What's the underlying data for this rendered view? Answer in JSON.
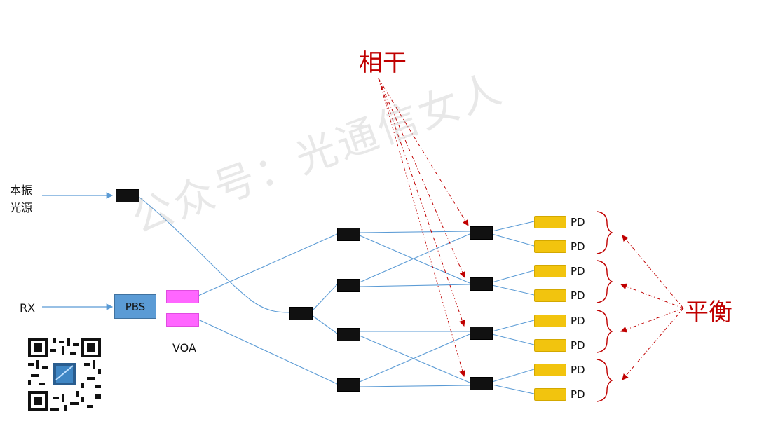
{
  "labels": {
    "lo_source_line1": "本振",
    "lo_source_line2": "光源",
    "rx": "RX",
    "pbs": "PBS",
    "voa": "VOA",
    "coherent": "相干",
    "balanced": "平衡",
    "pd": "PD"
  },
  "watermark": "公众号：光通信女人",
  "colors": {
    "fiber_line": "#5b9bd5",
    "annotation_red": "#c00000",
    "coupler": "#111111",
    "voa": "#ff66ff",
    "photodiode": "#f2c40e",
    "pbs": "#5b9bd5"
  },
  "icons": {
    "qr_code": "qr-code-icon"
  }
}
